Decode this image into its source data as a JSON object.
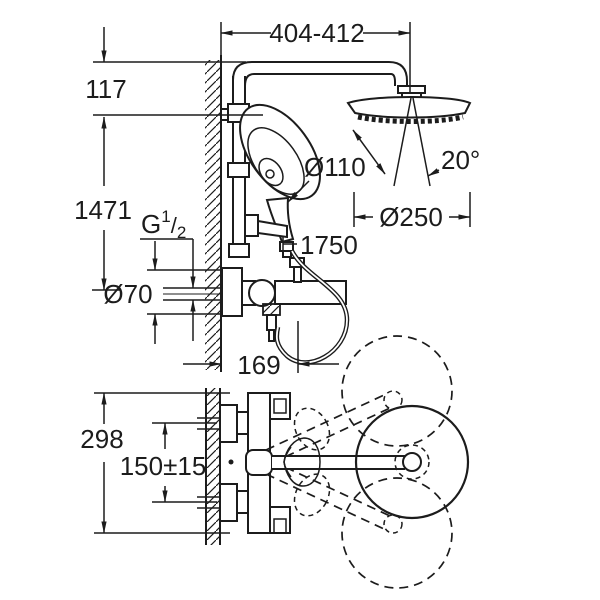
{
  "drawing": {
    "title": "shower-system-dimension-drawing",
    "dims": {
      "arm_reach": "404-412",
      "arm_drop": "117",
      "riser_height": "1471",
      "thread": {
        "letter": "G",
        "num": "1",
        "slash": "/",
        "den": "2"
      },
      "escutcheon_dia": "Ø70",
      "spout_depth": "169",
      "hand_shower_dia": "Ø110",
      "head_swivel_angle": "20°",
      "head_dia": "Ø250",
      "hose_length": "1750",
      "body_width_top": "298",
      "inlet_spacing": "150±15"
    },
    "colors": {
      "line": "#1c1c1c",
      "background": "#ffffff"
    }
  }
}
